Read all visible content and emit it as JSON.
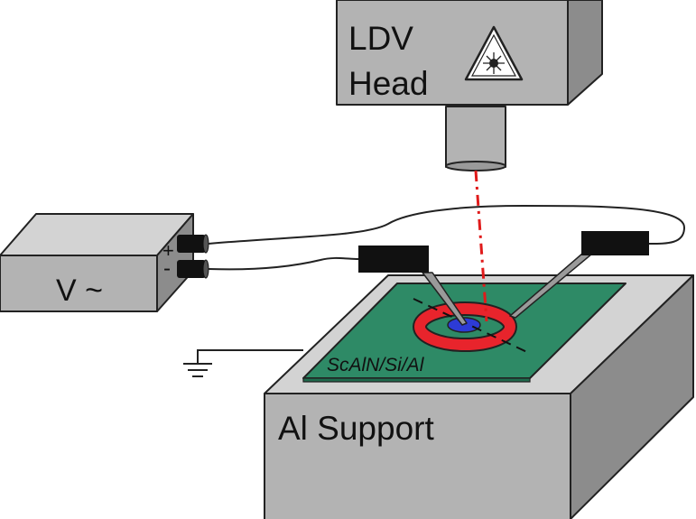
{
  "ldv": {
    "line1": "LDV",
    "line2": "Head"
  },
  "source": {
    "label": "V ~",
    "plus": "+",
    "minus": "-"
  },
  "support": {
    "label": "Al Support"
  },
  "sample": {
    "label": "ScAlN/Si/Al"
  },
  "colors": {
    "box_face": "#b3b3b3",
    "box_top": "#d3d3d3",
    "box_side": "#8c8c8c",
    "sample": "#2e8a66",
    "ring": "#e8242c",
    "electrode": "#2d3bd6",
    "laser": "#e01b1b"
  },
  "icons": [
    "laser-warning-icon",
    "ground-icon"
  ]
}
